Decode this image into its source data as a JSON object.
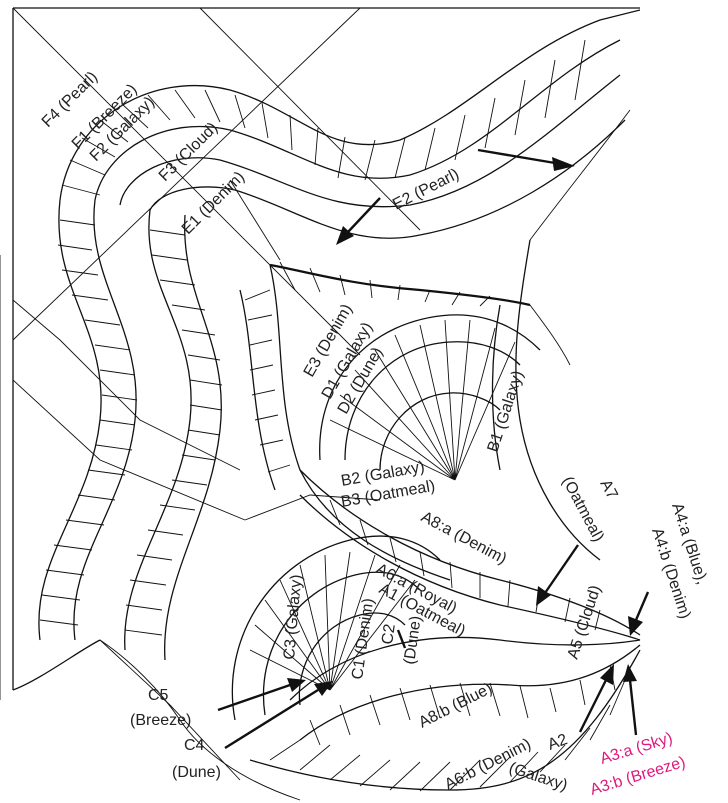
{
  "labels": {
    "f4": "F4 (Pearl)",
    "f1": "F1 (Breeze)",
    "f2": "F2 (Galaxy)",
    "f3": "F3 (Cloud)",
    "e1": "E1 (Denim)",
    "e2": "E2 (Pearl)",
    "e3": "E3 (Denim)",
    "d1": "D1 (Galaxy)",
    "d2": "D2 (Dune)",
    "b1": "B1 (Galaxy)",
    "b2": "B2 (Galaxy)",
    "b3": "B3 (Oatmeal)",
    "a8a": "A8:a (Denim)",
    "a7_line1": "A7",
    "a7_line2": "(Oatmeal)",
    "a4a": "A4:a (Blue),",
    "a4b": "A4:b (Denim)",
    "a6a": "A6:a (Royal)",
    "a1": "A1 (Oatmeal)",
    "a5": "A5 (Cloud)",
    "c3": "C3 (Galaxy)",
    "c1": "C1 (Denim)",
    "c2_line1": "C2",
    "c2_line2": "(Dune)",
    "c5_line1": "C5",
    "c5_line2": "(Breeze)",
    "c4_line1": "C4",
    "c4_line2": "(Dune)",
    "a8b": "A8:b (Blue)",
    "a6b": "A6:b (Denim)",
    "a2_line1": "A2",
    "a2_line2": "(Galaxy)",
    "a3a": "A3:a (Sky)",
    "a3b": "A3:b (Breeze)"
  },
  "colors": {
    "line": "#111111",
    "label": "#222222",
    "highlight_label": "#e0197d",
    "background": "#ffffff"
  }
}
